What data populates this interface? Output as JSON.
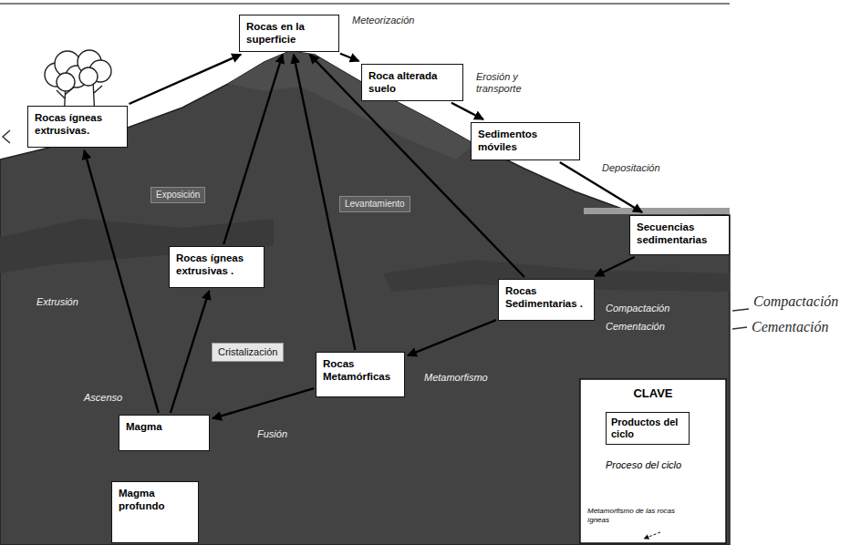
{
  "diagram": {
    "nodes": [
      {
        "text": [
          "Rocas en la superficie"
        ]
      },
      {
        "text": [
          "Roca alterada suelo"
        ]
      },
      {
        "text": [
          "Sedimentos móviles"
        ]
      },
      {
        "text": [
          "Secuencias sedimentarias"
        ]
      },
      {
        "text": [
          "Rocas ígneas extrusivas."
        ]
      },
      {
        "text": [
          "Rocas ígneas extrusivas ."
        ]
      },
      {
        "text": [
          "Rocas Sedimentarias ."
        ]
      },
      {
        "text": [
          "Rocas Metamórficas"
        ]
      },
      {
        "text": [
          "Magma"
        ]
      },
      {
        "text": [
          "Magma profundo"
        ]
      }
    ],
    "edges": [
      {
        "from": 0,
        "to": 1,
        "arrow": "to"
      },
      {
        "from": 1,
        "to": 2,
        "arrow": "to"
      },
      {
        "from": 2,
        "to": 3,
        "arrow": "to"
      },
      {
        "from": 3,
        "to": 6,
        "arrow": "to"
      },
      {
        "from": 6,
        "to": 7,
        "arrow": "to"
      },
      {
        "from": 7,
        "to": 8,
        "arrow": "to"
      },
      {
        "from": 8,
        "to": 4,
        "arrow": "to"
      },
      {
        "from": 8,
        "to": 5,
        "arrow": "to"
      },
      {
        "from": 4,
        "to": 0,
        "arrow": "to"
      },
      {
        "from": 5,
        "to": 0,
        "arrow": "to"
      },
      {
        "from": 7,
        "to": 0,
        "arrow": "to"
      },
      {
        "from": 6,
        "to": 0,
        "arrow": "to"
      }
    ],
    "labels": [
      "Meteorización",
      "Erosión y transporte",
      "Depositación",
      "Exposición",
      "Levantamiento",
      "Extrusión",
      "Cristalización",
      "Ascenso",
      "Metamorfismo",
      "Compactación",
      "Cementación",
      "Fusión",
      "CLAVE",
      "Compactación",
      "Cementación"
    ],
    "legend": [
      {
        "text": "Productos del ciclo"
      },
      {
        "text": "Proceso del ciclo"
      },
      {
        "text": "Metamorfismo de las rocas ígneas"
      }
    ]
  }
}
